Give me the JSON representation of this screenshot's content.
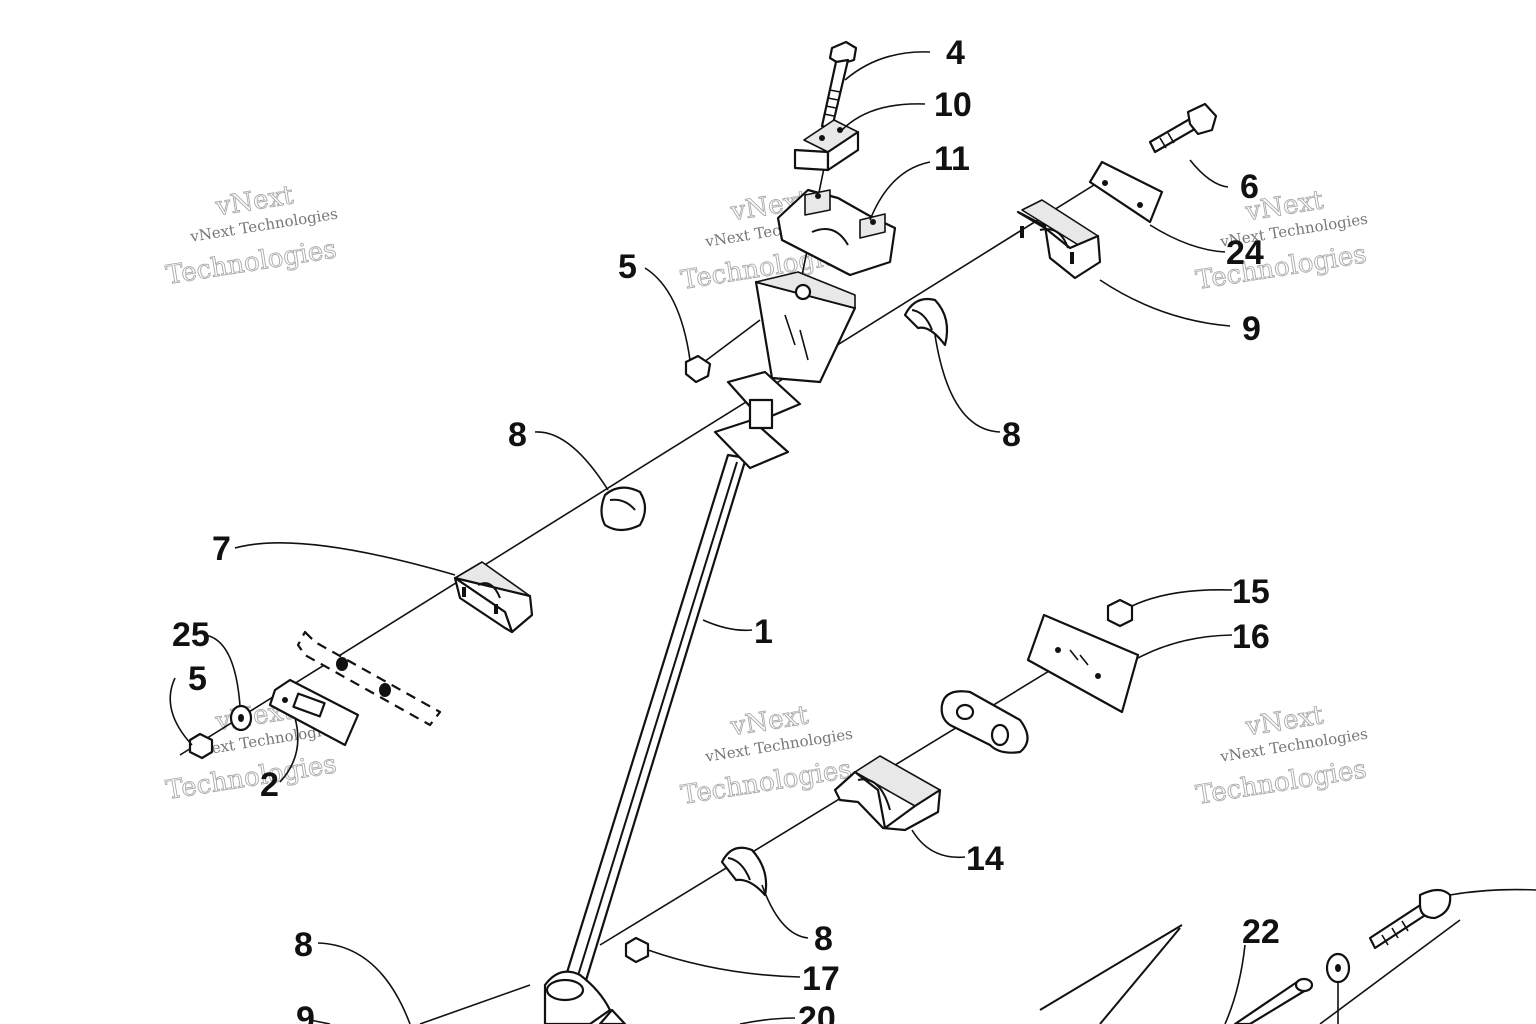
{
  "callouts": [
    {
      "id": "c4",
      "label": "4"
    },
    {
      "id": "c10",
      "label": "10"
    },
    {
      "id": "c11",
      "label": "11"
    },
    {
      "id": "c6",
      "label": "6"
    },
    {
      "id": "c24",
      "label": "24"
    },
    {
      "id": "c9a",
      "label": "9"
    },
    {
      "id": "c5a",
      "label": "5"
    },
    {
      "id": "c8a",
      "label": "8"
    },
    {
      "id": "c8b",
      "label": "8"
    },
    {
      "id": "c7",
      "label": "7"
    },
    {
      "id": "c1",
      "label": "1"
    },
    {
      "id": "c25",
      "label": "25"
    },
    {
      "id": "c5b",
      "label": "5"
    },
    {
      "id": "c2",
      "label": "2"
    },
    {
      "id": "c15",
      "label": "15"
    },
    {
      "id": "c16",
      "label": "16"
    },
    {
      "id": "c14",
      "label": "14"
    },
    {
      "id": "c8c",
      "label": "8"
    },
    {
      "id": "c8d",
      "label": "8"
    },
    {
      "id": "c17",
      "label": "17"
    },
    {
      "id": "c22",
      "label": "22"
    },
    {
      "id": "c9b",
      "label": "9"
    },
    {
      "id": "c20",
      "label": "20"
    }
  ],
  "watermark": {
    "line1": "vNext",
    "line2": "vNext Technologies",
    "line3": "Technologies"
  }
}
